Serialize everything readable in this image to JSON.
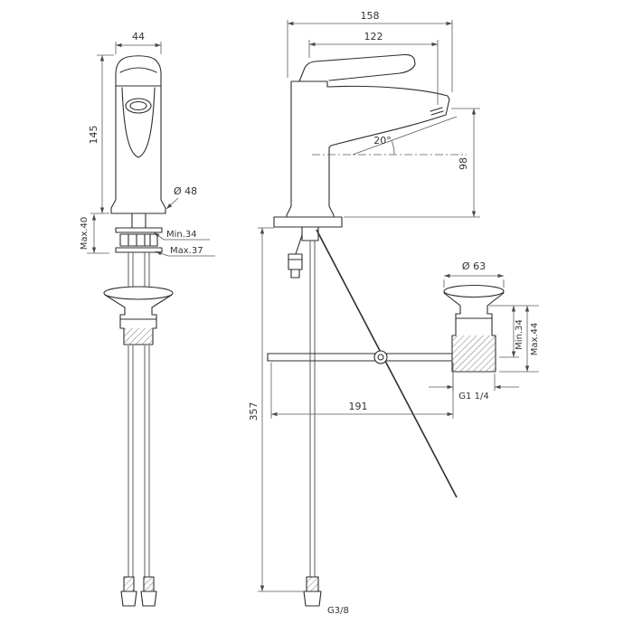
{
  "drawing": {
    "front": {
      "dim_width": "44",
      "dim_height": "145",
      "dim_diameter": "Ø 48",
      "dim_min_thickness": "Min.34",
      "dim_max_thickness": "Max.37",
      "dim_max_clamp": "Max.40"
    },
    "side": {
      "dim_total_depth": "158",
      "dim_spout_reach": "122",
      "dim_spout_angle": "20°",
      "dim_spout_height": "98",
      "dim_drain_diameter": "Ø 63",
      "dim_drain_min": "Min.34",
      "dim_drain_max": "Max.44",
      "dim_drain_thread": "G1 1/4",
      "dim_pipe_length": "191",
      "dim_hose_length": "357",
      "dim_supply_thread": "G3/8"
    }
  },
  "colors": {
    "line": "#2e2e2e",
    "dimension": "#5a5a5a",
    "text": "#333333",
    "background": "#ffffff"
  }
}
